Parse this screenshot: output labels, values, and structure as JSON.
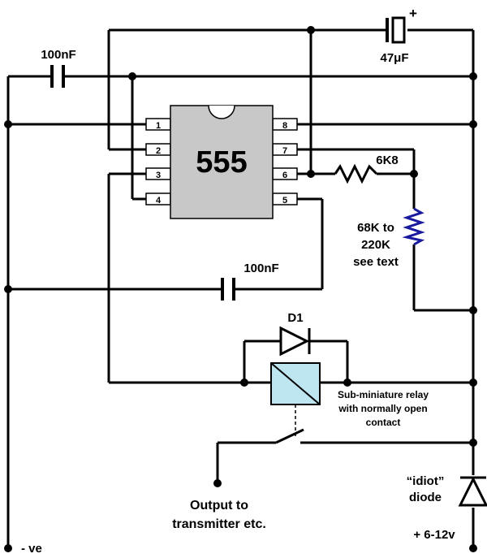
{
  "ic": {
    "name": "555",
    "pins": [
      "1",
      "2",
      "3",
      "4",
      "5",
      "6",
      "7",
      "8"
    ]
  },
  "components": {
    "cap_top_left": "100nF",
    "cap_electrolytic": "47μF",
    "cap_plus": "+",
    "resistor_fixed": "6K8",
    "resistor_variable_lines": [
      "68K to",
      "220K",
      "see text"
    ],
    "cap_bottom": "100nF",
    "diode": "D1",
    "relay_lines": [
      "Sub-miniature relay",
      "with normally open",
      "contact"
    ],
    "output_lines": [
      "Output to",
      "transmitter etc."
    ],
    "idiot_diode_lines": [
      "“idiot”",
      "diode"
    ],
    "supply_pos": "+ 6-12v",
    "supply_neg": "- ve"
  }
}
